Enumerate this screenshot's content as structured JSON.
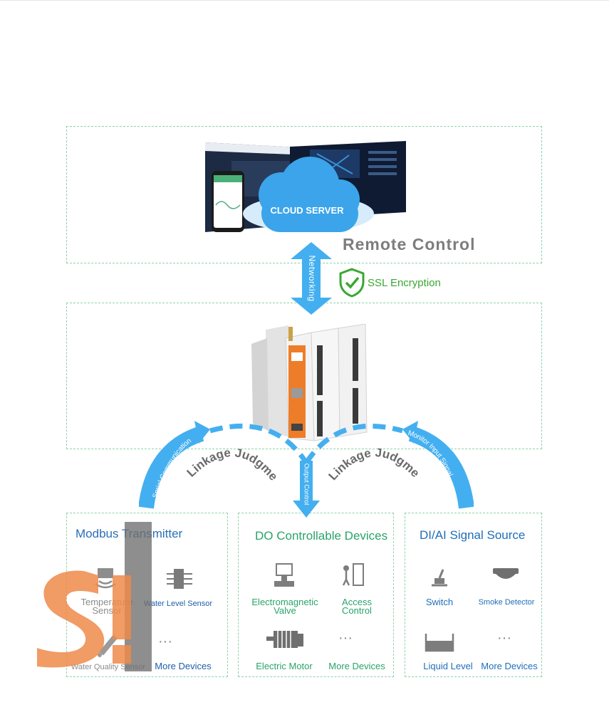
{
  "cloud": {
    "server_label": "CLOUD SERVER",
    "remote_control": "Remote Control"
  },
  "link": {
    "networking": "Networking",
    "ssl": "SSL Encryption"
  },
  "arcs": {
    "serial": "Serial Communication",
    "linkage_left": "Linkage Judgment",
    "output": "Output Control",
    "linkage_right": "Linkage Judgment",
    "monitor": "Monitor Input Signal"
  },
  "modbus": {
    "title": "Modbus Transmitter",
    "items": [
      "Temperature Sensor",
      "Water Level Sensor",
      "Water Quality Sensor",
      "More Devices"
    ]
  },
  "do_panel": {
    "title": "DO Controllable Devices",
    "items": [
      "Electromagnetic Valve",
      "Access Control",
      "Electric Motor",
      "More Devices"
    ]
  },
  "di_panel": {
    "title": "DI/AI Signal Source",
    "items": [
      "Switch",
      "Smoke Detector",
      "Liquid Level",
      "More Devices"
    ]
  },
  "colors": {
    "accent_blue": "#3aa0e6",
    "title_blue": "#1f6fb8",
    "title_green": "#2aa36a",
    "ssl_green": "#3aa831",
    "logo_orange": "#ef8a4a"
  }
}
